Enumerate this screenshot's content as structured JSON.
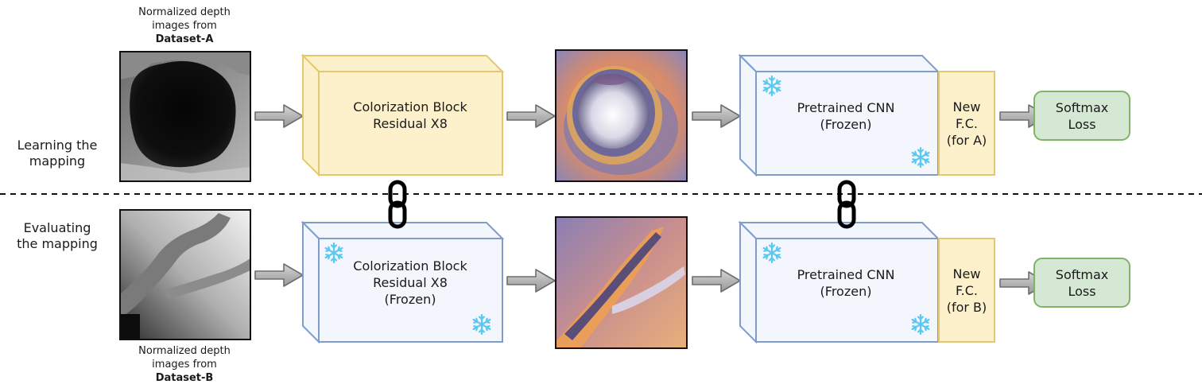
{
  "rows": {
    "top_label": [
      "Learning the",
      "mapping"
    ],
    "bottom_label": [
      "Evaluating",
      "the mapping"
    ]
  },
  "captions": {
    "top": {
      "line1": "Normalized depth",
      "line2": "images from",
      "dataset": "Dataset-A"
    },
    "bottom": {
      "line1": "Normalized depth",
      "line2": "images from",
      "dataset": "Dataset-B"
    }
  },
  "colorization_top": [
    "Colorization Block",
    "Residual X8"
  ],
  "colorization_bottom": [
    "Colorization Block",
    "Residual X8",
    "(Frozen)"
  ],
  "cnn_top": [
    "Pretrained CNN",
    "(Frozen)"
  ],
  "cnn_bottom": [
    "Pretrained CNN",
    "(Frozen)"
  ],
  "fc_top": [
    "New",
    "F.C.",
    "(for A)"
  ],
  "fc_bottom": [
    "New",
    "F.C.",
    "(for B)"
  ],
  "loss_top": [
    "Softmax",
    "Loss"
  ],
  "loss_bottom": [
    "Softmax",
    "Loss"
  ],
  "icons": {
    "frozen": "snowflake-icon",
    "shared": "chain-link-icon",
    "flow": "arrow-right-icon"
  },
  "colors": {
    "trainable_fill": "#fdf1cc",
    "trainable_stroke": "#e3c870",
    "frozen_fill": "#f3f7fd",
    "frozen_stroke": "#7f9ccb",
    "loss_fill": "#d5e8d4",
    "loss_stroke": "#82b366",
    "snowflake": "#5bc8f0"
  }
}
